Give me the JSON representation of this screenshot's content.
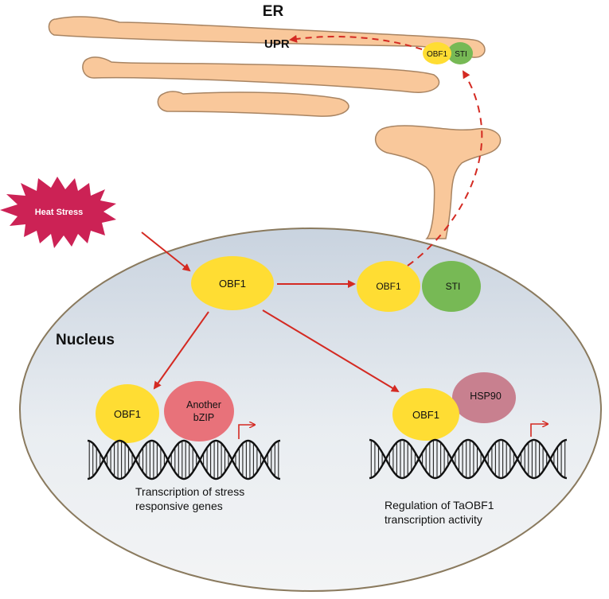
{
  "labels": {
    "er": "ER",
    "upr": "UPR",
    "heat_stress": "Heat Stress",
    "nucleus": "Nucleus",
    "obf1": "OBF1",
    "sti": "STI",
    "another_bzip_line1": "Another",
    "another_bzip_line2": "bZIP",
    "hsp90": "HSP90",
    "caption_left_line1": "Transcription of stress",
    "caption_left_line2": "responsive genes",
    "caption_right_line1": "Regulation of TaOBF1",
    "caption_right_line2": "transcription activity"
  },
  "colors": {
    "er": "#f9c89b",
    "er_stroke": "#a88462",
    "obf1": "#ffdd33",
    "sti": "#77b955",
    "another_bzip": "#e8727a",
    "hsp90": "#c8808f",
    "heat_stress": "#cc2255",
    "arrow": "#d42a22",
    "nucleus_stroke": "#8a7a5e"
  }
}
